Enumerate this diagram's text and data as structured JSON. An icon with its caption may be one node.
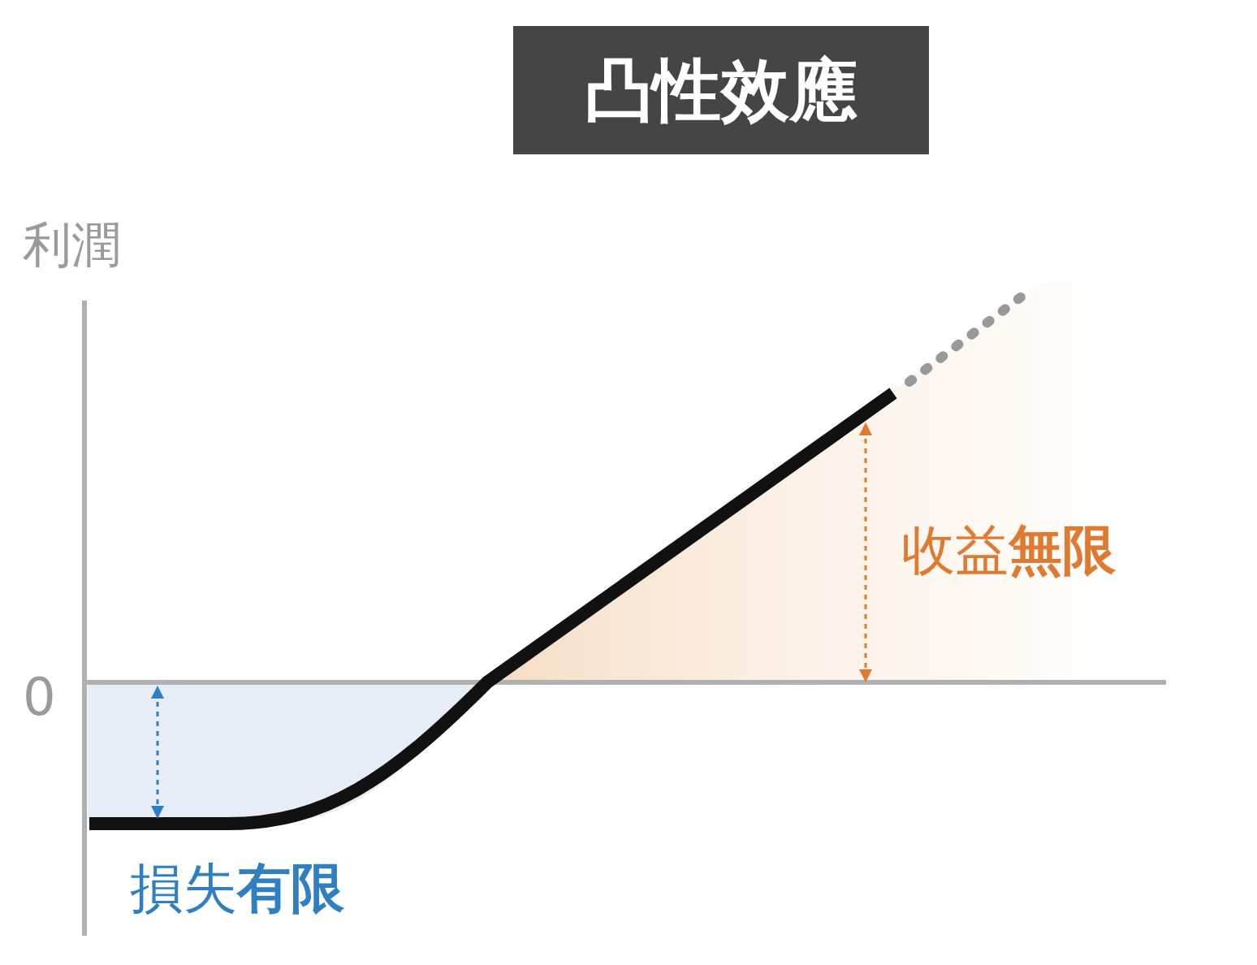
{
  "diagram": {
    "title": "凸性效應",
    "labels": [
      "利潤",
      "0",
      "收益**無限**",
      "損失**有限**"
    ]
  }
}
